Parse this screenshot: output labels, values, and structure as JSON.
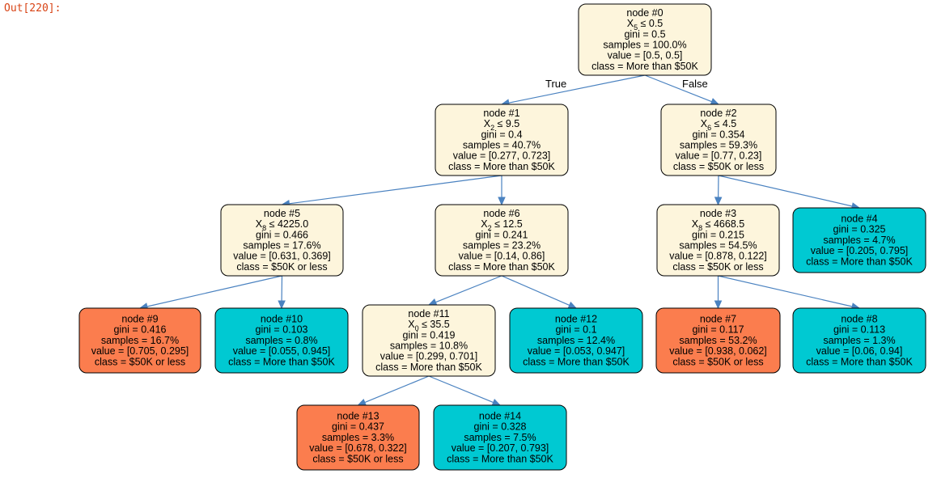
{
  "notebook": {
    "out_prompt": "Out[220]:"
  },
  "colors": {
    "edge": "#4a82c0",
    "fill_mixed": "#fdf5dc",
    "fill_class_less": "#fb7d4e",
    "fill_class_more": "#00c9d2"
  },
  "edge_labels": {
    "true_label": "True",
    "false_label": "False"
  },
  "nodes": [
    {
      "id": "0",
      "title": "node #0",
      "split_var": "X",
      "split_sub": "5",
      "split_rest": "≤ 0.5",
      "gini": "gini = 0.5",
      "samples": "samples = 100.0%",
      "value": "value = [0.5, 0.5]",
      "class": "class = More than $50K",
      "fill": "mixed"
    },
    {
      "id": "1",
      "title": "node #1",
      "split_var": "X",
      "split_sub": "2",
      "split_rest": "≤ 9.5",
      "gini": "gini = 0.4",
      "samples": "samples = 40.7%",
      "value": "value = [0.277, 0.723]",
      "class": "class = More than $50K",
      "fill": "mixed"
    },
    {
      "id": "2",
      "title": "node #2",
      "split_var": "X",
      "split_sub": "6",
      "split_rest": "≤ 4.5",
      "gini": "gini = 0.354",
      "samples": "samples = 59.3%",
      "value": "value = [0.77, 0.23]",
      "class": "class = $50K or less",
      "fill": "mixed"
    },
    {
      "id": "5",
      "title": "node #5",
      "split_var": "X",
      "split_sub": "8",
      "split_rest": "≤ 4225.0",
      "gini": "gini = 0.466",
      "samples": "samples = 17.6%",
      "value": "value = [0.631, 0.369]",
      "class": "class = $50K or less",
      "fill": "mixed"
    },
    {
      "id": "6",
      "title": "node #6",
      "split_var": "X",
      "split_sub": "2",
      "split_rest": "≤ 12.5",
      "gini": "gini = 0.241",
      "samples": "samples = 23.2%",
      "value": "value = [0.14, 0.86]",
      "class": "class = More than $50K",
      "fill": "mixed"
    },
    {
      "id": "3",
      "title": "node #3",
      "split_var": "X",
      "split_sub": "8",
      "split_rest": "≤ 4668.5",
      "gini": "gini = 0.215",
      "samples": "samples = 54.5%",
      "value": "value = [0.878, 0.122]",
      "class": "class = $50K or less",
      "fill": "mixed"
    },
    {
      "id": "4",
      "title": "node #4",
      "split_var": "",
      "split_sub": "",
      "split_rest": "",
      "gini": "gini = 0.325",
      "samples": "samples = 4.7%",
      "value": "value = [0.205, 0.795]",
      "class": "class = More than $50K",
      "fill": "more"
    },
    {
      "id": "9",
      "title": "node #9",
      "split_var": "",
      "split_sub": "",
      "split_rest": "",
      "gini": "gini = 0.416",
      "samples": "samples = 16.7%",
      "value": "value = [0.705, 0.295]",
      "class": "class = $50K or less",
      "fill": "less"
    },
    {
      "id": "10",
      "title": "node #10",
      "split_var": "",
      "split_sub": "",
      "split_rest": "",
      "gini": "gini = 0.103",
      "samples": "samples = 0.8%",
      "value": "value = [0.055, 0.945]",
      "class": "class = More than $50K",
      "fill": "more"
    },
    {
      "id": "11",
      "title": "node #11",
      "split_var": "X",
      "split_sub": "0",
      "split_rest": "≤ 35.5",
      "gini": "gini = 0.419",
      "samples": "samples = 10.8%",
      "value": "value = [0.299, 0.701]",
      "class": "class = More than $50K",
      "fill": "mixed"
    },
    {
      "id": "12",
      "title": "node #12",
      "split_var": "",
      "split_sub": "",
      "split_rest": "",
      "gini": "gini = 0.1",
      "samples": "samples = 12.4%",
      "value": "value = [0.053, 0.947]",
      "class": "class = More than $50K",
      "fill": "more"
    },
    {
      "id": "7",
      "title": "node #7",
      "split_var": "",
      "split_sub": "",
      "split_rest": "",
      "gini": "gini = 0.117",
      "samples": "samples = 53.2%",
      "value": "value = [0.938, 0.062]",
      "class": "class = $50K or less",
      "fill": "less"
    },
    {
      "id": "8",
      "title": "node #8",
      "split_var": "",
      "split_sub": "",
      "split_rest": "",
      "gini": "gini = 0.113",
      "samples": "samples = 1.3%",
      "value": "value = [0.06, 0.94]",
      "class": "class = More than $50K",
      "fill": "more"
    },
    {
      "id": "13",
      "title": "node #13",
      "split_var": "",
      "split_sub": "",
      "split_rest": "",
      "gini": "gini = 0.437",
      "samples": "samples = 3.3%",
      "value": "value = [0.678, 0.322]",
      "class": "class = $50K or less",
      "fill": "less"
    },
    {
      "id": "14",
      "title": "node #14",
      "split_var": "",
      "split_sub": "",
      "split_rest": "",
      "gini": "gini = 0.328",
      "samples": "samples = 7.5%",
      "value": "value = [0.207, 0.793]",
      "class": "class = More than $50K",
      "fill": "more"
    }
  ],
  "edges": [
    {
      "from": "0",
      "to": "1"
    },
    {
      "from": "0",
      "to": "2"
    },
    {
      "from": "1",
      "to": "5"
    },
    {
      "from": "1",
      "to": "6"
    },
    {
      "from": "2",
      "to": "3"
    },
    {
      "from": "2",
      "to": "4"
    },
    {
      "from": "5",
      "to": "9"
    },
    {
      "from": "5",
      "to": "10"
    },
    {
      "from": "6",
      "to": "11"
    },
    {
      "from": "6",
      "to": "12"
    },
    {
      "from": "3",
      "to": "7"
    },
    {
      "from": "3",
      "to": "8"
    },
    {
      "from": "11",
      "to": "13"
    },
    {
      "from": "11",
      "to": "14"
    }
  ]
}
